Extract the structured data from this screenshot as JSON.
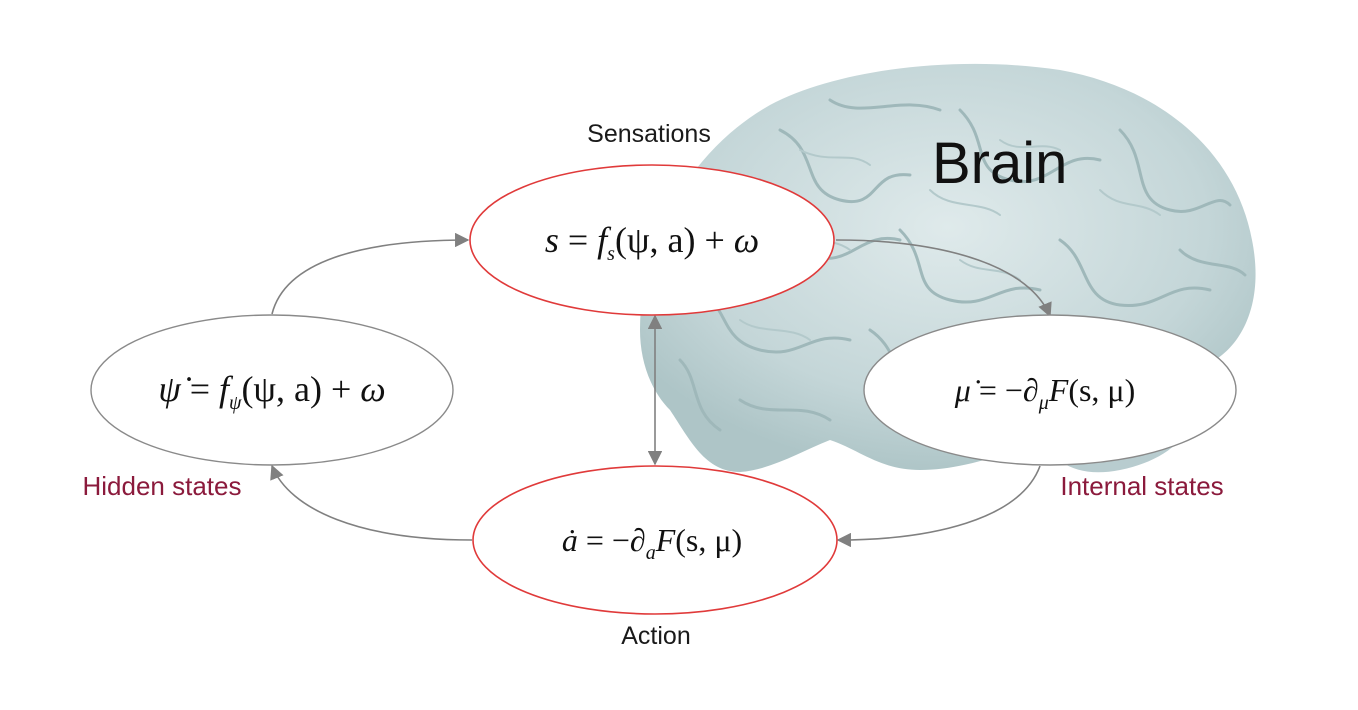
{
  "title": "Brain",
  "colors": {
    "brain_fill": "#cfdedf",
    "brain_shade": "#b3c9cb",
    "brain_fold": "#9fb8ba",
    "label_dark": "#1a1a1a",
    "label_accent": "#8b1a3c",
    "ellipse_red": "#e03a3a",
    "ellipse_gray": "#8a8a8a",
    "arrow": "#808080"
  },
  "nodes": {
    "sensations": {
      "label": "Sensations",
      "eq": {
        "lhs": "s",
        "eqsign": " = ",
        "func": "f",
        "sub": "s",
        "args": "(ψ, a)",
        "plus": " + ",
        "noise": "ω"
      }
    },
    "hidden": {
      "label": "Hidden states",
      "eq": {
        "lhs": "ψ̇",
        "eqsign": " = ",
        "func": "f",
        "sub": "ψ",
        "args": "(ψ, a)",
        "plus": " + ",
        "noise": "ω"
      }
    },
    "internal": {
      "label": "Internal states",
      "eq": {
        "lhs": "μ̇",
        "eqsign": " = −",
        "partial": "∂",
        "sub": "μ",
        "func": "F",
        "args": "(s, μ)"
      }
    },
    "action": {
      "label": "Action",
      "eq": {
        "lhs": "ȧ",
        "eqsign": " = −",
        "partial": "∂",
        "sub": "a",
        "func": "F",
        "args": "(s, μ)"
      }
    }
  }
}
